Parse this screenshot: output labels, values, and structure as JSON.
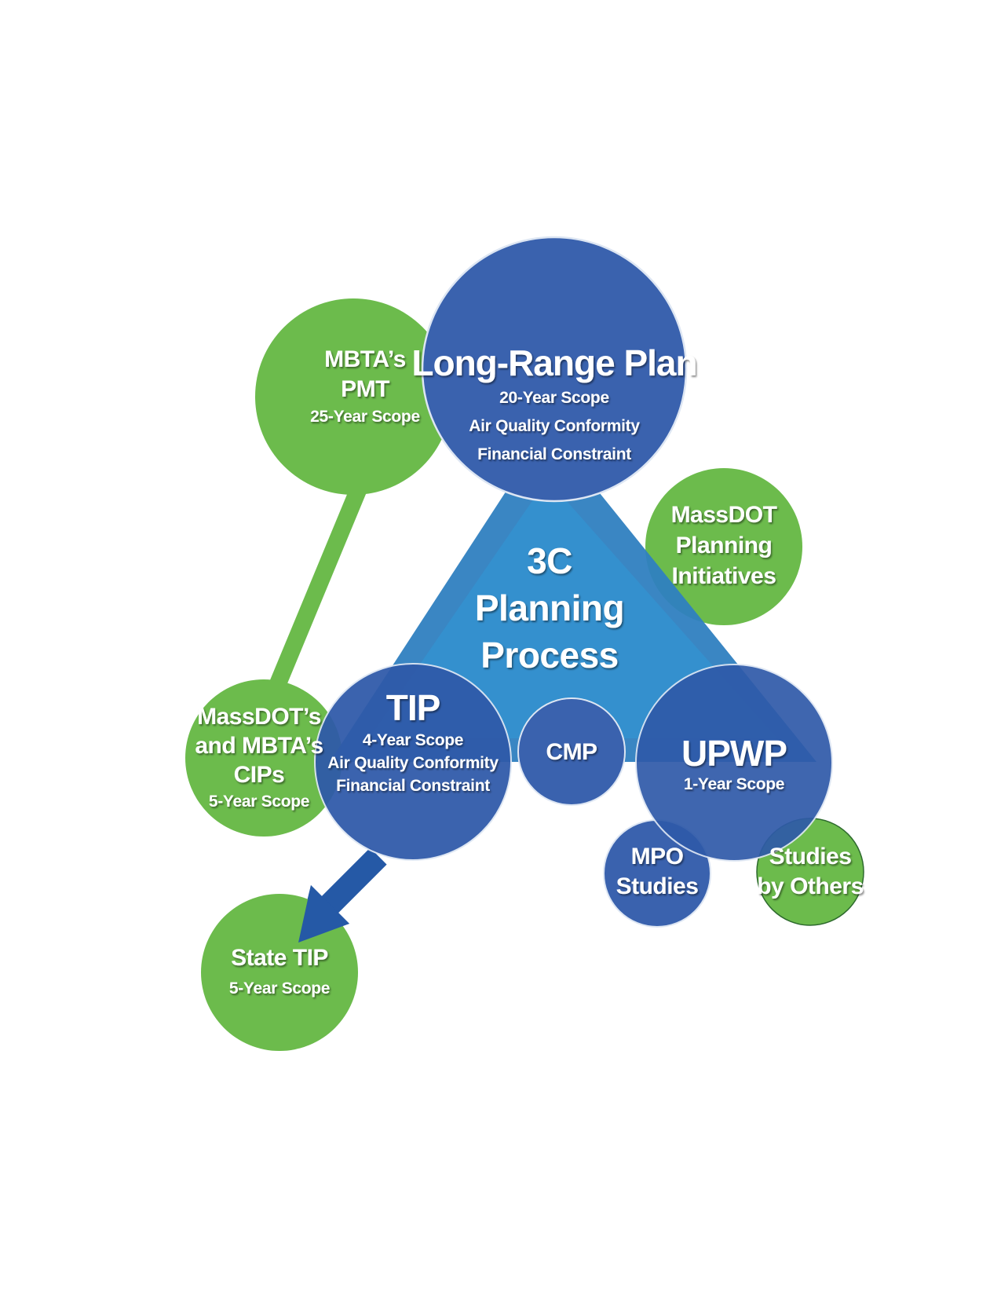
{
  "colors": {
    "green": "#6cbb4c",
    "blue_circle": "#3a62ae",
    "triangle_outer": "#2f7fc0",
    "triangle_inner": "#3490ce",
    "arrow_blue": "#2559a6",
    "text": "#ffffff"
  },
  "center": {
    "line1": "3C",
    "line2": "Planning",
    "line3": "Process"
  },
  "long_range_plan": {
    "title": "Long-Range Plan",
    "line1": "20-Year Scope",
    "line2": "Air Quality Conformity",
    "line3": "Financial Constraint"
  },
  "mbta_pmt": {
    "line1": "MBTA’s",
    "line2": "PMT",
    "line3": "25-Year Scope"
  },
  "massdot_initiatives": {
    "line1": "MassDOT",
    "line2": "Planning",
    "line3": "Initiatives"
  },
  "tip": {
    "title": "TIP",
    "line1": "4-Year Scope",
    "line2": "Air Quality Conformity",
    "line3": "Financial Constraint"
  },
  "cmp": {
    "title": "CMP"
  },
  "upwp": {
    "title": "UPWP",
    "line1": "1-Year Scope"
  },
  "cips": {
    "line1": "MassDOT’s",
    "line2": "and MBTA’s",
    "line3": "CIPs",
    "line4": "5-Year Scope"
  },
  "mpo_studies": {
    "line1": "MPO",
    "line2": "Studies"
  },
  "studies_by_others": {
    "line1": "Studies",
    "line2": "by Others"
  },
  "state_tip": {
    "title": "State TIP",
    "line1": "5-Year Scope"
  }
}
